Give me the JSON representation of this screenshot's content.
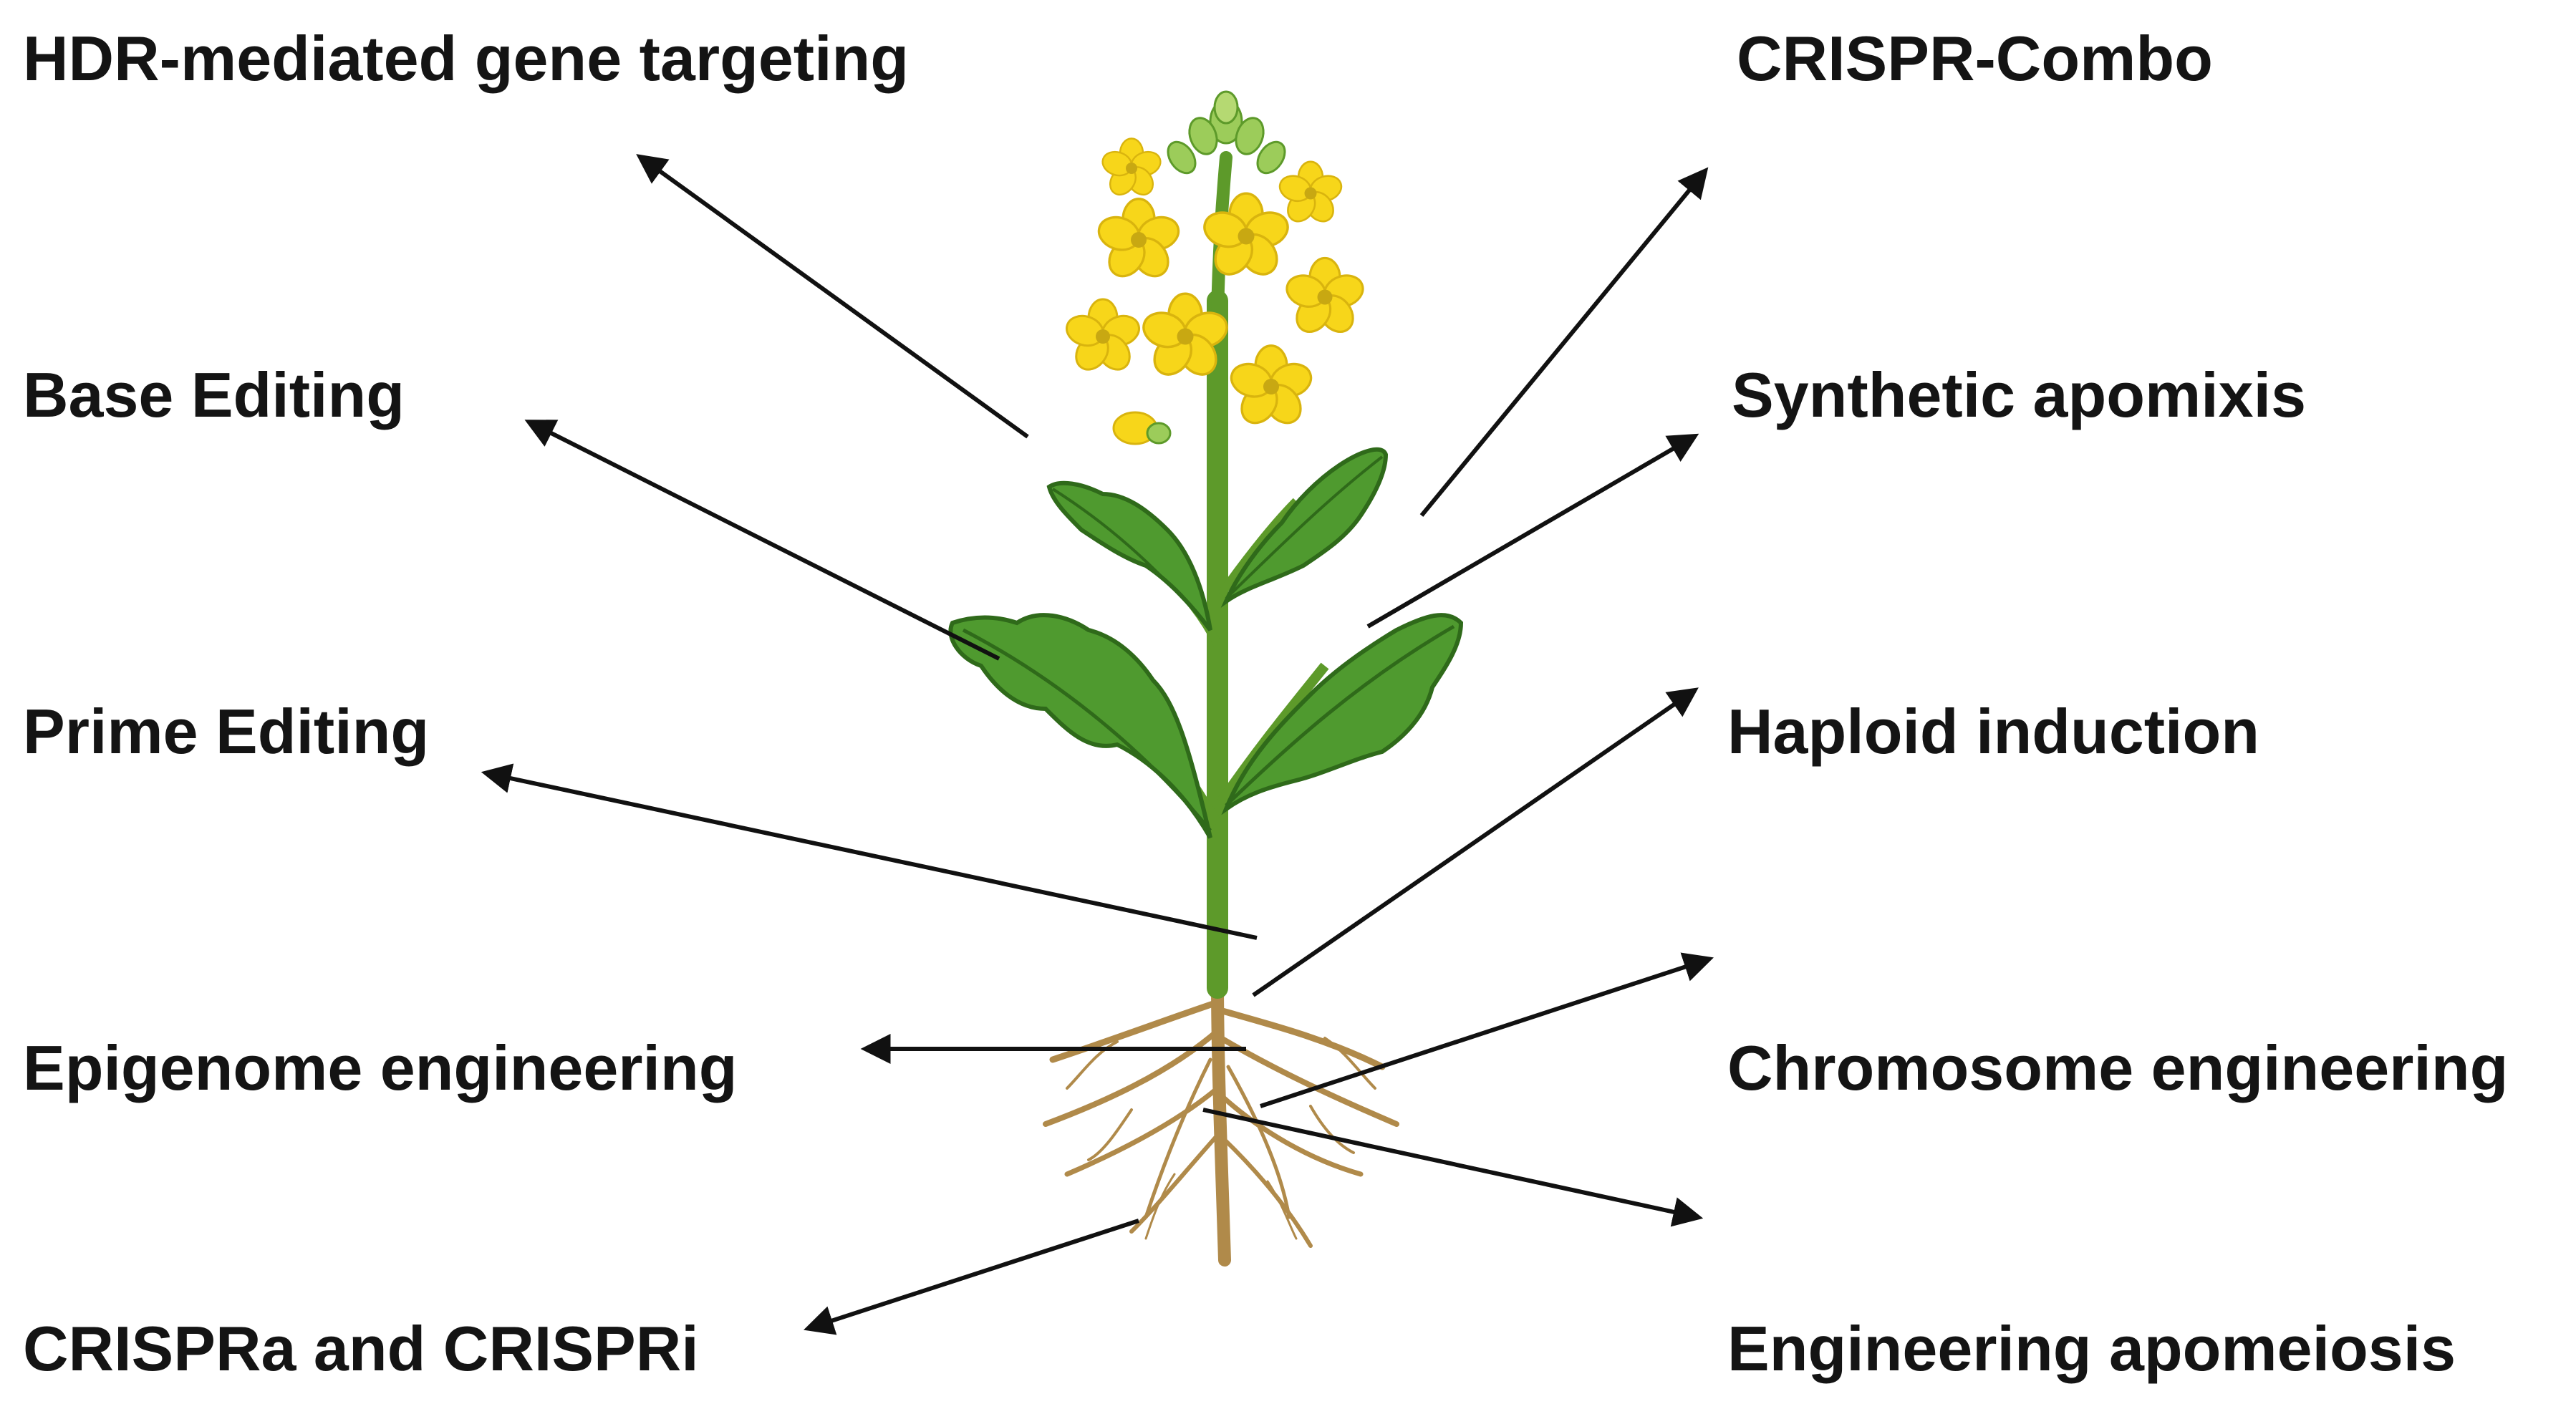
{
  "labels": {
    "hdr": "HDR-mediated gene targeting",
    "base_editing": "Base Editing",
    "prime_editing": "Prime Editing",
    "epigenome": "Epigenome engineering",
    "crispra_crispri": "CRISPRa and CRISPRi",
    "crispr_combo": "CRISPR-Combo",
    "synthetic_apomixis": "Synthetic apomixis",
    "haploid_induction": "Haploid induction",
    "chromosome_engineering": "Chromosome engineering",
    "engineering_apomeiosis": "Engineering apomeiosis"
  },
  "colors": {
    "text": "#141414",
    "arrow": "#111111",
    "stem": "#5d9a2a",
    "leaf": "#4f9a2f",
    "leaf_vein": "#2f6a1a",
    "flower": "#f7d61a",
    "flower_center": "#c8a812",
    "bud": "#9ccc5a",
    "root": "#b08a4a"
  }
}
